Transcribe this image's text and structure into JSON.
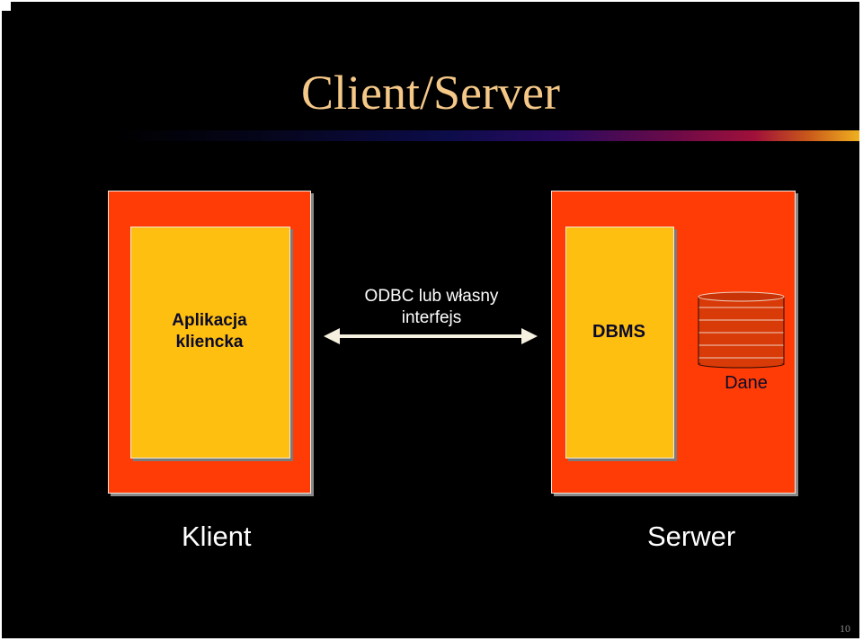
{
  "slide": {
    "title": "Client/Server",
    "client_box": {
      "label_line1": "Aplikacja",
      "label_line2": "kliencka"
    },
    "interface": {
      "line1": "ODBC lub własny",
      "line2": "interfejs"
    },
    "server_box": {
      "dbms_label": "DBMS",
      "data_label": "Dane"
    },
    "bottom_labels": {
      "client": "Klient",
      "server": "Serwer"
    },
    "page_number": "10"
  },
  "colors": {
    "background": "#000000",
    "title": "#f5c888",
    "outer_box": "#ff3c06",
    "inner_box": "#ffbf10",
    "database": "#d83a08"
  }
}
